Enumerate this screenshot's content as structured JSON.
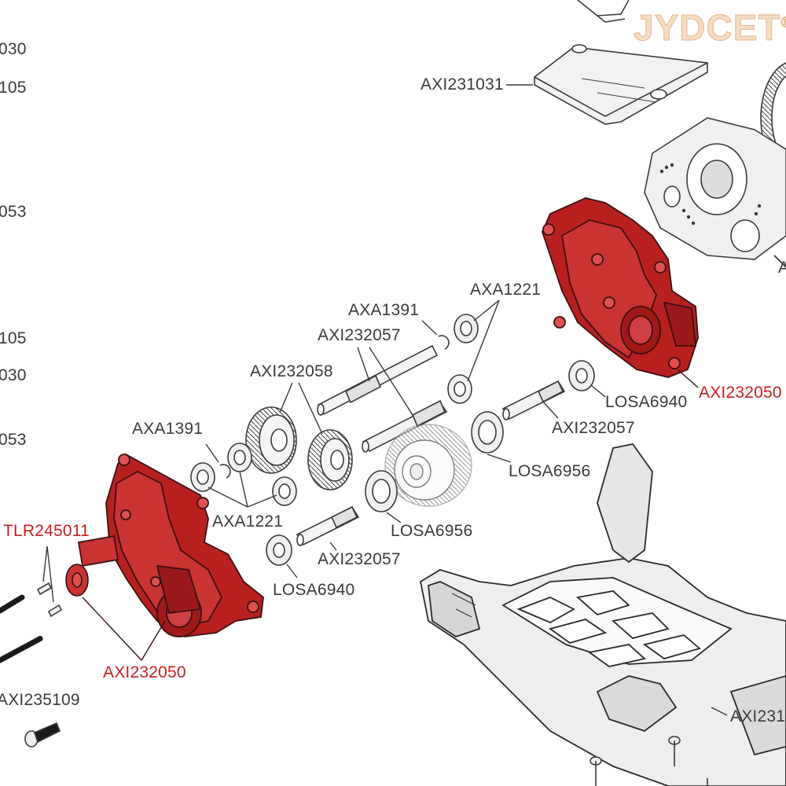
{
  "watermark": {
    "text": "JYDCET",
    "mark": "®"
  },
  "colors": {
    "highlight": "#c81d1d",
    "line": "#3a3a3a",
    "part_fill": "#efefef",
    "red_fill": "#b82020"
  },
  "labels": {
    "edge_030_top": "030",
    "edge_105_top": "105",
    "edge_053_top": "053",
    "edge_105_mid": "105",
    "edge_030_mid": "030",
    "edge_053_mid": "053",
    "axi231031": "AXI231031",
    "axa1221_top": "AXA1221",
    "axa1391_top": "AXA1391",
    "axi232057_top": "AXI232057",
    "axi232058": "AXI232058",
    "axi232050_right": "AXI232050",
    "losa6940_right": "LOSA6940",
    "axi232057_right": "AXI232057",
    "losa6956_right": "LOSA6956",
    "axa1391_left": "AXA1391",
    "axa1221_left": "AXA1221",
    "losa6956_mid": "LOSA6956",
    "axi232057_bottom": "AXI232057",
    "losa6940_bottom": "LOSA6940",
    "tlr245011": "TLR245011",
    "axi232050_left": "AXI232050",
    "axi235109": "AXI235109",
    "axi231_chassis": "AXI231",
    "edge_a": "A"
  }
}
